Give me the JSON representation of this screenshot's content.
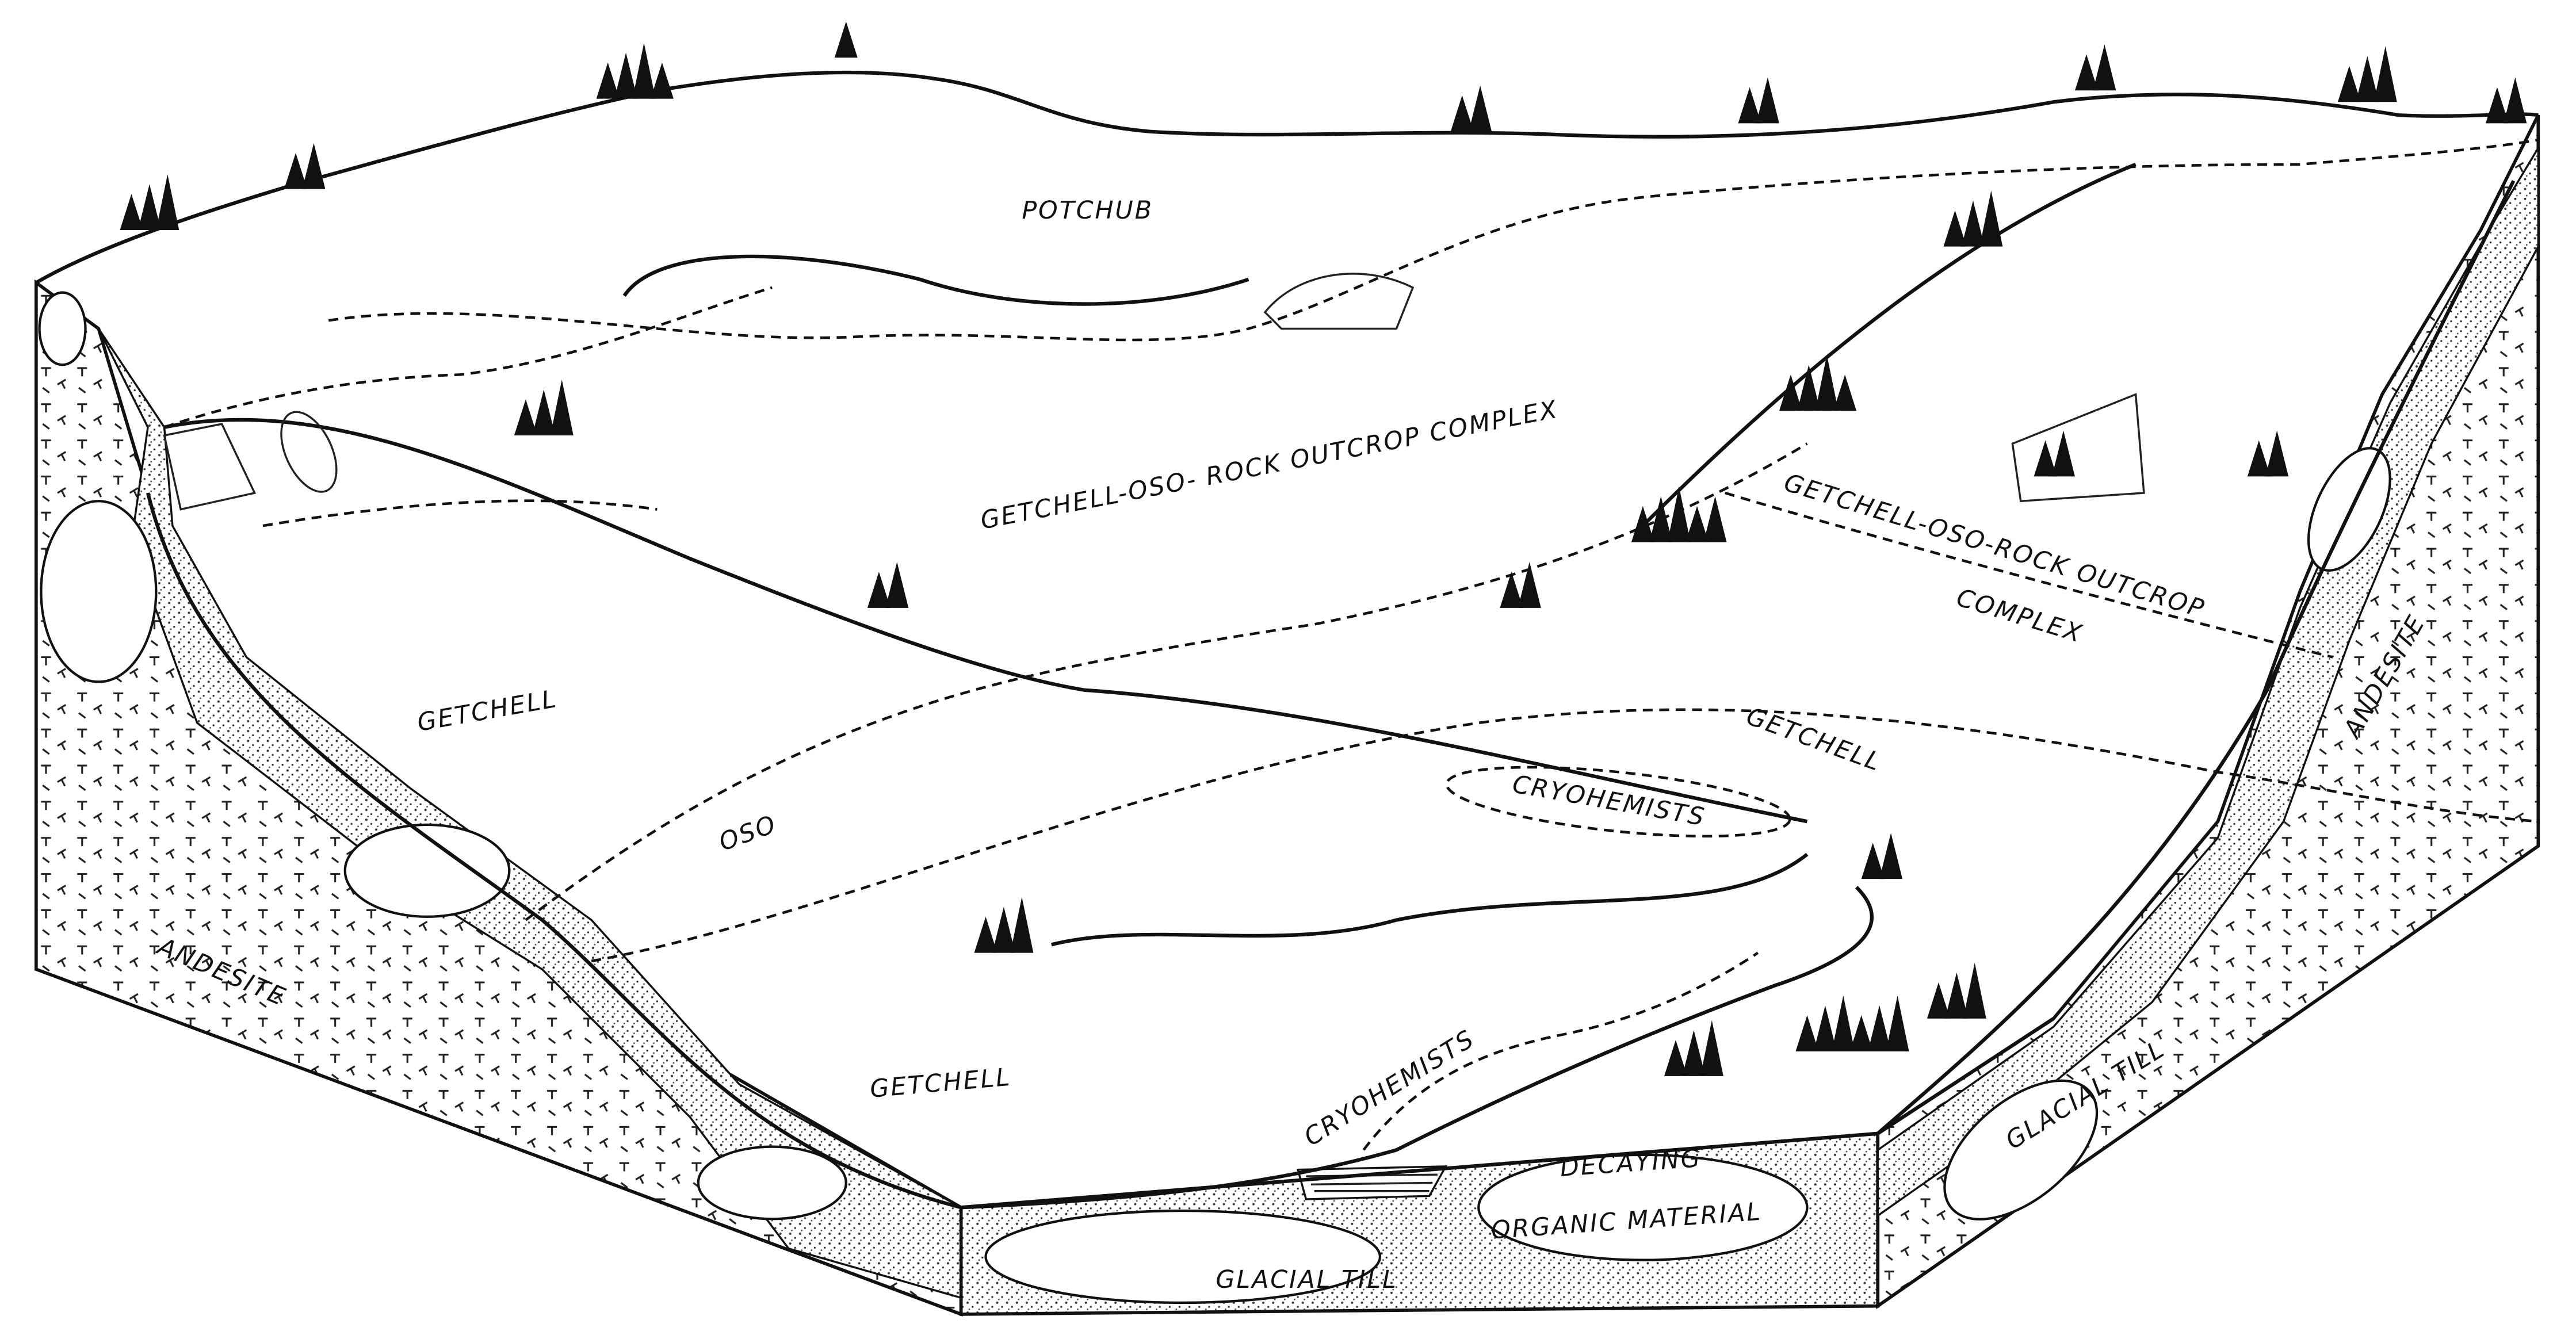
{
  "labels": {
    "potchub": "POTCHUB",
    "complex_upper": "GETCHELL-OSO- ROCK  OUTCROP  COMPLEX",
    "complex_right_line1": "GETCHELL-OSO-ROCK  OUTCROP",
    "complex_right_line2": "COMPLEX",
    "getchell_left": "GETCHELL",
    "oso": "OSO",
    "cryohemists_upper": "CRYOHEMISTS",
    "getchell_right": "GETCHELL",
    "andesite_left": "ANDESITE",
    "getchell_lower": "GETCHELL",
    "cryohemists_lower": "CRYOHEMISTS",
    "decaying_line1": "DECAYING",
    "decaying_line2": "ORGANIC  MATERIAL",
    "glacial_till_front": "GLACIAL  TILL",
    "glacial_till_right": "GLACIAL  TILL",
    "andesite_right": "ANDESITE"
  },
  "colors": {
    "ink": "#111111",
    "paper": "#ffffff",
    "stipple": "#9a9a9a"
  }
}
